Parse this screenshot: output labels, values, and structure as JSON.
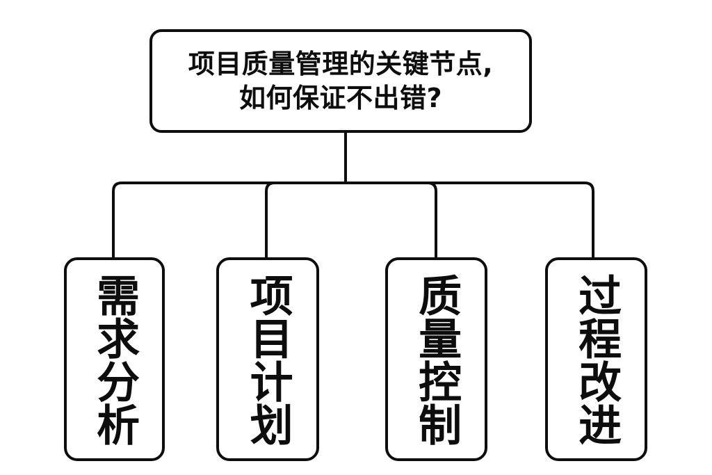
{
  "diagram": {
    "type": "tree",
    "orientation": "top-down",
    "background_color": "#ffffff",
    "line_color": "#0d0d0d",
    "root": {
      "label": "项目质量管理的关键节点,\n如何保证不出错?",
      "line_1": "项目质量管理的关键节点,",
      "line_2": "如何保证不出错?"
    },
    "children": [
      {
        "label": "需求分析"
      },
      {
        "label": "项目计划"
      },
      {
        "label": "质量控制"
      },
      {
        "label": "过程改进"
      }
    ]
  }
}
